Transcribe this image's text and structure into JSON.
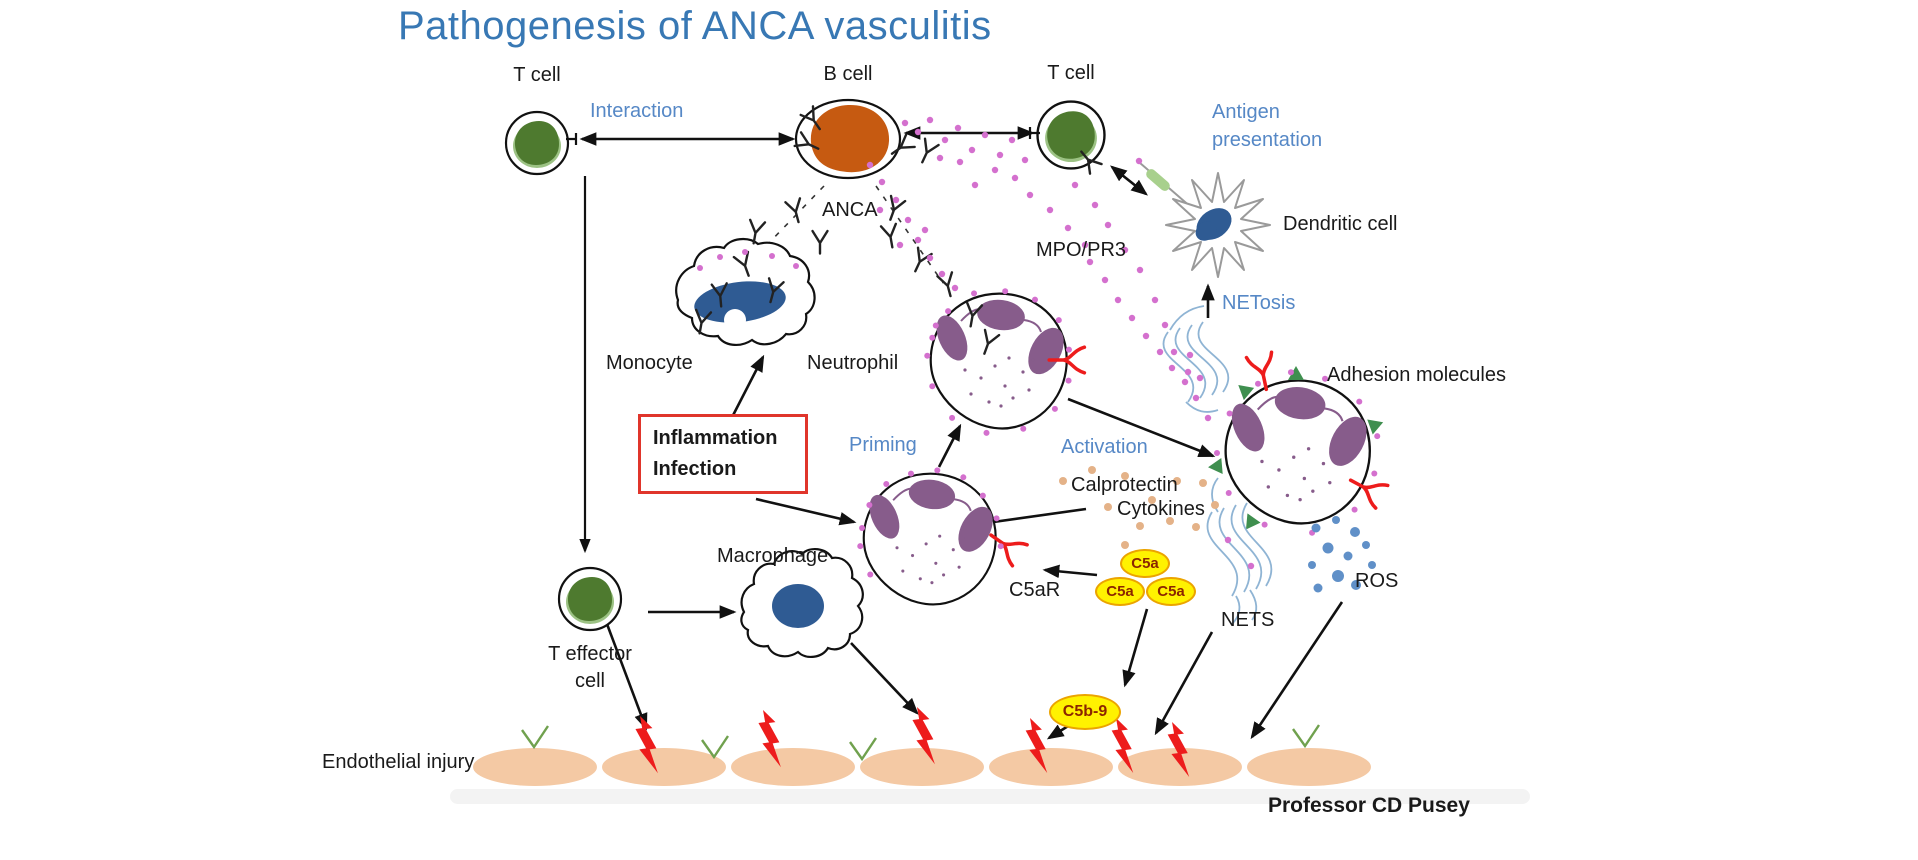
{
  "title": "Pathogenesis of ANCA vasculitis",
  "author": "Professor CD Pusey",
  "labels": {
    "t_cell_left": "T cell",
    "b_cell": "B cell",
    "t_cell_right": "T cell",
    "interaction": "Interaction",
    "antigen_line1": "Antigen",
    "antigen_line2": "presentation",
    "dendritic_cell": "Dendritic cell",
    "mpo_pr3": "MPO/PR3",
    "netosis": "NETosis",
    "anca": "ANCA",
    "monocyte": "Monocyte",
    "neutrophil": "Neutrophil",
    "inflammation": "Inflammation",
    "infection": "Infection",
    "priming": "Priming",
    "activation": "Activation",
    "calprotectin": "Calprotectin",
    "cytokines": "Cytokines",
    "macrophage": "Macrophage",
    "c5ar": "C5aR",
    "c5a": "C5a",
    "c5b9": "C5b-9",
    "nets": "NETS",
    "ros": "ROS",
    "adhesion_molecules": "Adhesion molecules",
    "t_effector_line1": "T effector",
    "t_effector_line2": "cell",
    "endothelial_injury": "Endothelial injury"
  },
  "colors": {
    "title_blue": "#3878B4",
    "label_blue": "#5688C6",
    "ink": "#1A1A1A",
    "cell_green": "#4E7A2F",
    "cell_green_light": "#9CC284",
    "cell_orange": "#C65A11",
    "nucleus_blue": "#2F5B93",
    "nucleus_purple": "#875C8B",
    "mpo_pr3_dot_pink": "#D470CE",
    "injury_red": "#ED1C1C",
    "box_border_red": "#E0352B",
    "complement_yellow": "#FFF200",
    "complement_border": "#EBA400",
    "complement_text": "#8B2500",
    "endothelium_peach": "#F4C9A4",
    "cytokine_dot_tan": "#E4B288",
    "nets_blue": "#8FB4D4",
    "ros_blue": "#6090C8",
    "check_green": "#70A14E",
    "adhesion_triangle_green": "#3F8F4F",
    "dendritic_gray": "#9A9A9A"
  }
}
